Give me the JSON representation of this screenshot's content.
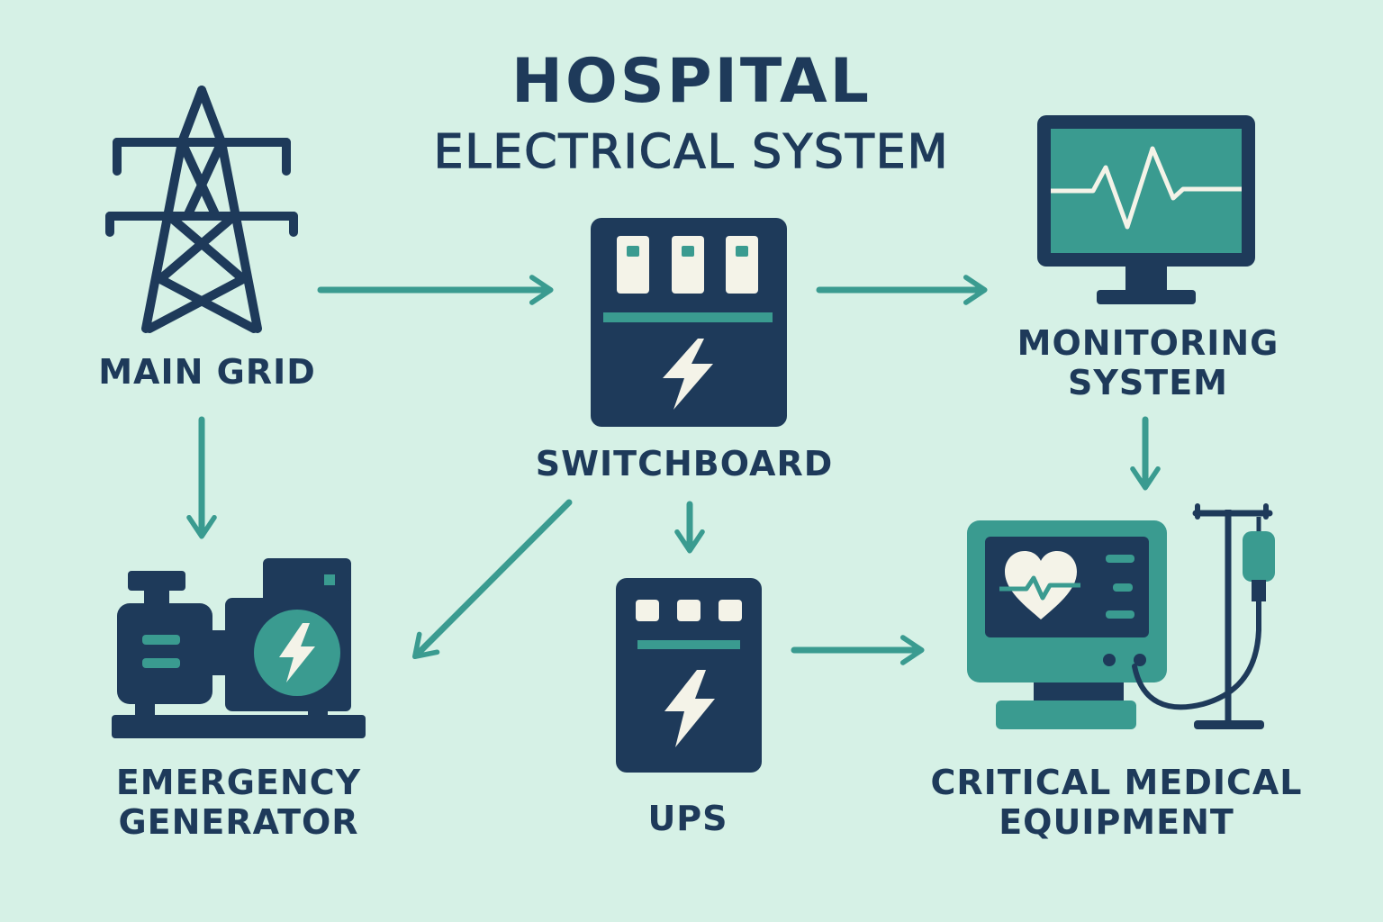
{
  "title": {
    "line1": "HOSPITAL",
    "line2": "ELECTRICAL SYSTEM"
  },
  "nodes": {
    "main_grid": {
      "label": "MAIN GRID"
    },
    "switchboard": {
      "label": "SWITCHBOARD"
    },
    "monitoring": {
      "label_line1": "MONITORING",
      "label_line2": "SYSTEM"
    },
    "generator": {
      "label_line1": "EMERGENCY",
      "label_line2": "GENERATOR"
    },
    "ups": {
      "label": "UPS"
    },
    "equipment": {
      "label_line1": "CRITICAL MEDICAL",
      "label_line2": "EQUIPMENT"
    }
  },
  "icons": [
    "transmission-tower-icon",
    "switchboard-icon",
    "monitor-icon",
    "generator-icon",
    "ups-icon",
    "medical-monitor-icon",
    "iv-stand-icon"
  ],
  "colors": {
    "background": "#d6f1e6",
    "navy": "#1e3a5a",
    "teal": "#3a9b90",
    "cream": "#f4f3e8"
  }
}
